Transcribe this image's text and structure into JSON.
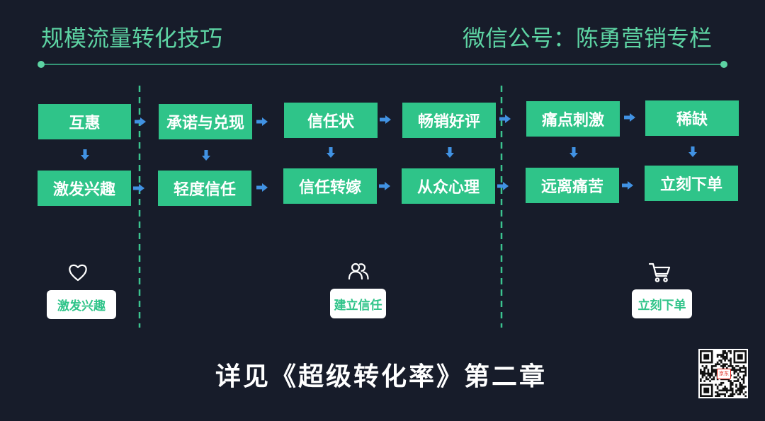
{
  "header": {
    "title": "规模流量转化技巧",
    "account": "微信公号：陈勇营销专栏"
  },
  "flow": {
    "top_row": [
      "互惠",
      "承诺与兑现",
      "信任状",
      "畅销好评",
      "痛点刺激",
      "稀缺"
    ],
    "bottom_row": [
      "激发兴趣",
      "轻度信任",
      "信任转嫁",
      "从众心理",
      "远离痛苦",
      "立刻下单"
    ]
  },
  "stages": [
    {
      "label": "激发兴趣",
      "icon": "heart-icon"
    },
    {
      "label": "建立信任",
      "icon": "people-icon"
    },
    {
      "label": "立刻下单",
      "icon": "cart-icon"
    }
  ],
  "footer": {
    "reference": "详见《超级转化率》第二章",
    "qr_badge": "京东"
  },
  "colors": {
    "background": "#171c2a",
    "heading_green": "#5dd3a3",
    "box_green": "#2fc489",
    "arrow_blue": "#4192e3",
    "divider_green": "#3cc48f"
  }
}
